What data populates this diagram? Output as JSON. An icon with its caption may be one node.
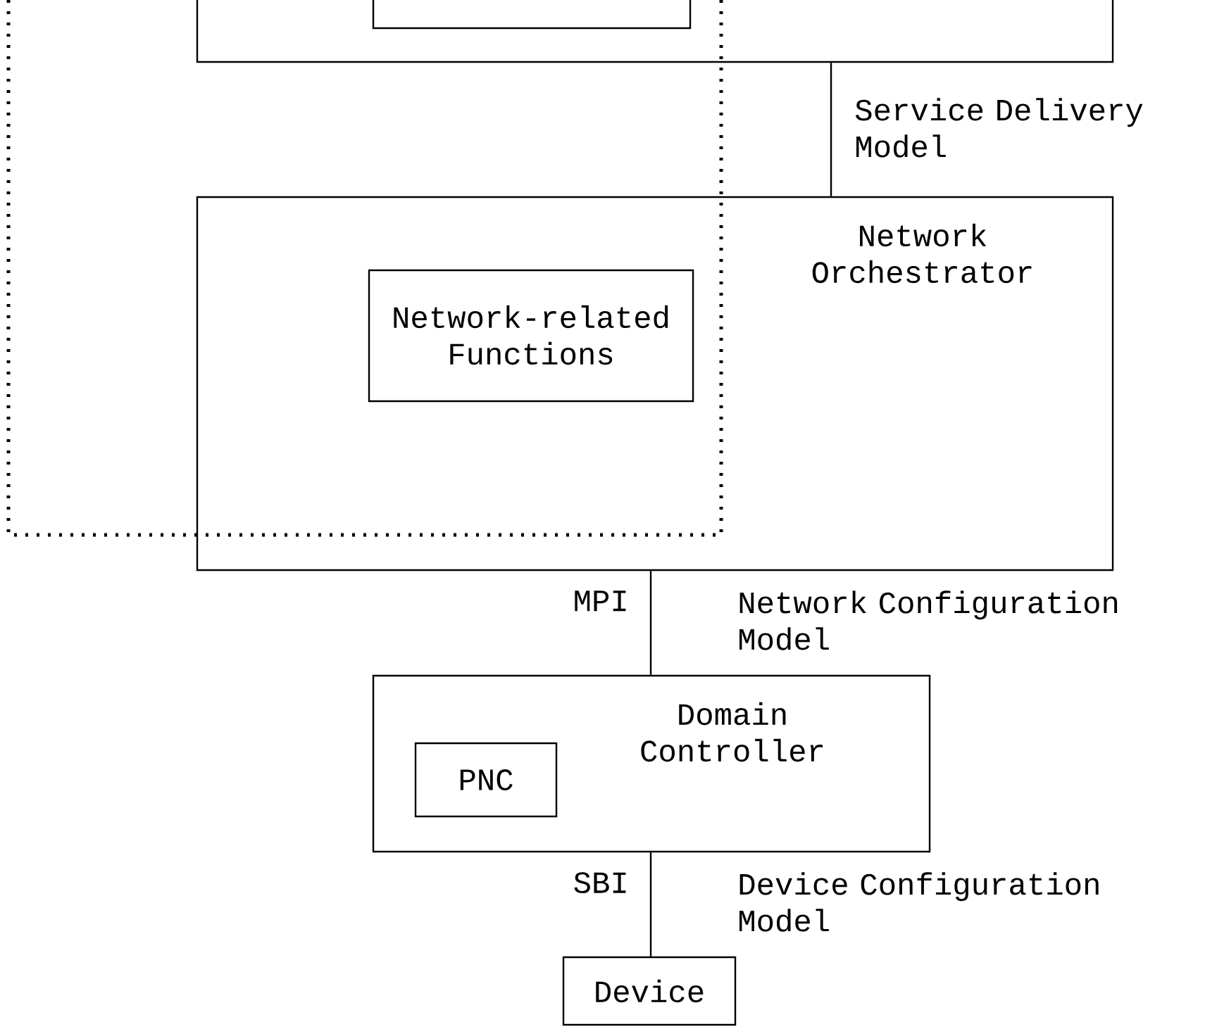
{
  "diagram": {
    "nodes": [
      {
        "text": [],
        "shape": "box"
      },
      {
        "text": [],
        "shape": "box",
        "in": 0
      },
      {
        "text": [
          "Network Orchestrator"
        ]
      },
      {
        "text": [
          "Network-related Functions"
        ],
        "in": 2
      },
      {
        "text": [
          "Domain Controller"
        ]
      },
      {
        "text": [
          "PNC"
        ],
        "in": 4
      },
      {
        "text": [
          "Device"
        ]
      }
    ],
    "edges": [
      {
        "from": 0,
        "to": 2,
        "arrow": "none",
        "label": "Service Delivery Model"
      },
      {
        "from": 2,
        "to": 4,
        "arrow": "none",
        "label": "MPI"
      },
      {
        "from": 4,
        "to": 6,
        "arrow": "none",
        "label": "SBI"
      }
    ],
    "labels": [
      "Network Configuration Model",
      "Device Configuration Model"
    ]
  }
}
